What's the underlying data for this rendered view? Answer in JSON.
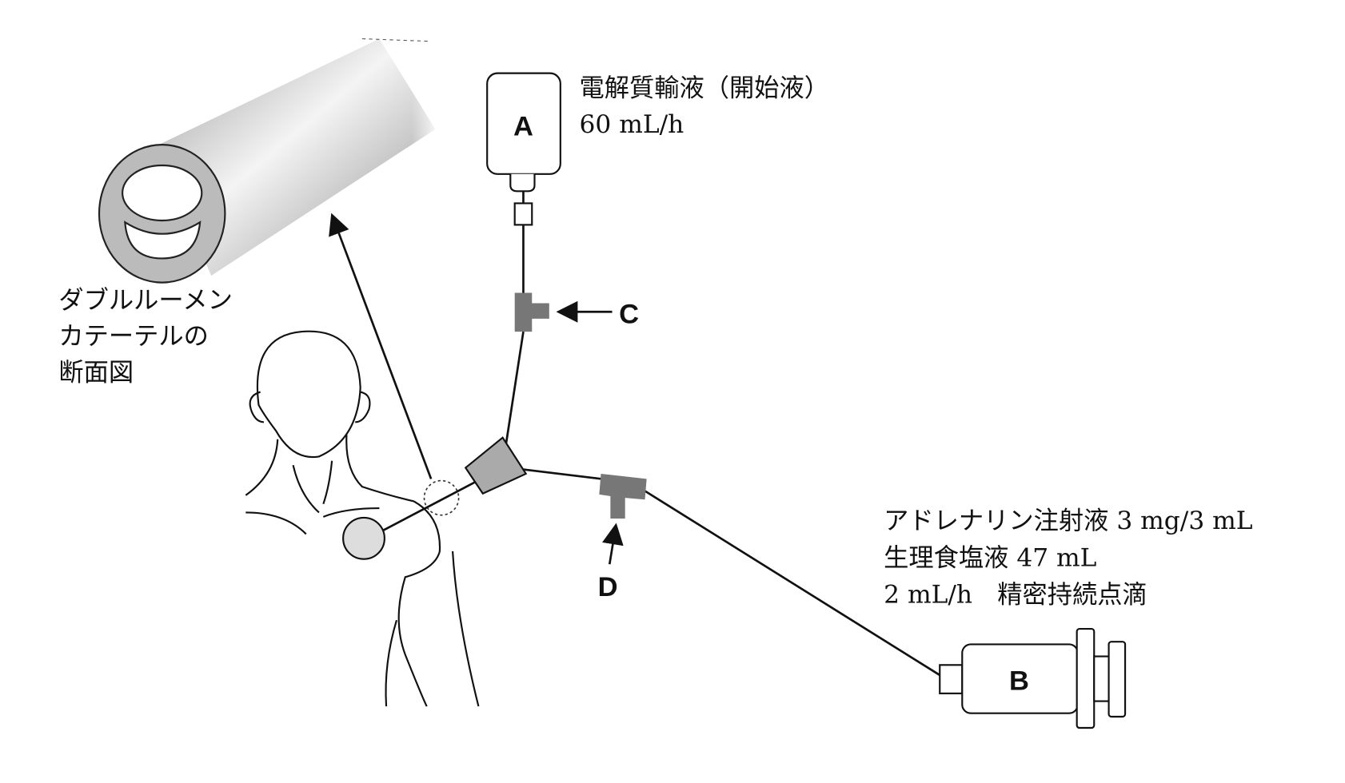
{
  "catheter_label": [
    "ダブルルーメン",
    "カテーテルの",
    "断面図"
  ],
  "bag_a": {
    "letter": "A",
    "name": "電解質輸液（開始液）",
    "rate": "60 mL/h"
  },
  "syringe_b": {
    "letter": "B",
    "lines": [
      "アドレナリン注射液 3 mg/3 mL",
      "生理食塩液 47 mL",
      "2 mL/h　精密持続点滴"
    ]
  },
  "port_c": {
    "letter": "C"
  },
  "port_d": {
    "letter": "D"
  },
  "colors": {
    "connector": "#777777",
    "hub": "#aaaaaa",
    "insertion": "#dddddd"
  }
}
